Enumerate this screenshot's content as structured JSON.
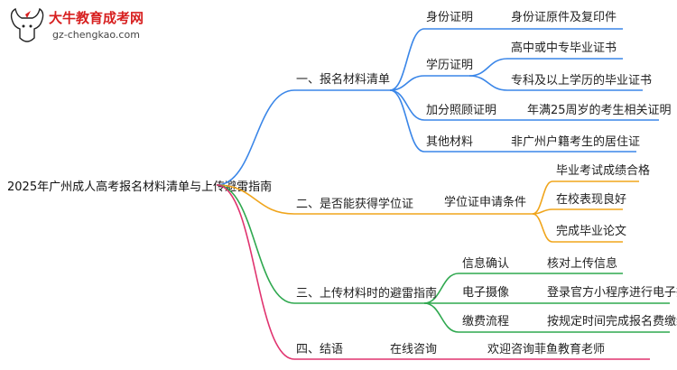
{
  "logo": {
    "name": "大牛教育成考网",
    "url": "gz-chengkao.com"
  },
  "root": "2025年广州成人高考报名材料清单与上传避雷指南",
  "colors": {
    "blue": "#3a86e8",
    "orange": "#f0a51c",
    "green": "#2fa84f",
    "magenta": "#e0336f"
  },
  "branches": [
    {
      "label": "一、报名材料清单",
      "children": [
        {
          "label": "身份证明",
          "children": [
            "身份证原件及复印件"
          ]
        },
        {
          "label": "学历证明",
          "children": [
            "高中或中专毕业证书",
            "专科及以上学历的毕业证书"
          ]
        },
        {
          "label": "加分照顾证明",
          "children": [
            "年满25周岁的考生相关证明"
          ]
        },
        {
          "label": "其他材料",
          "children": [
            "非广州户籍考生的居住证"
          ]
        }
      ]
    },
    {
      "label": "二、是否能获得学位证",
      "children": [
        {
          "label": "学位证申请条件",
          "children": [
            "毕业考试成绩合格",
            "在校表现良好",
            "完成毕业论文"
          ]
        }
      ]
    },
    {
      "label": "三、上传材料时的避雷指南",
      "children": [
        {
          "label": "信息确认",
          "children": [
            "核对上传信息"
          ]
        },
        {
          "label": "电子摄像",
          "children": [
            "登录官方小程序进行电子摄像"
          ]
        },
        {
          "label": "缴费流程",
          "children": [
            "按规定时间完成报名费缴纳"
          ]
        }
      ]
    },
    {
      "label": "四、结语",
      "children": [
        {
          "label": "在线咨询",
          "children": [
            "欢迎咨询菲鱼教育老师"
          ]
        }
      ]
    }
  ]
}
